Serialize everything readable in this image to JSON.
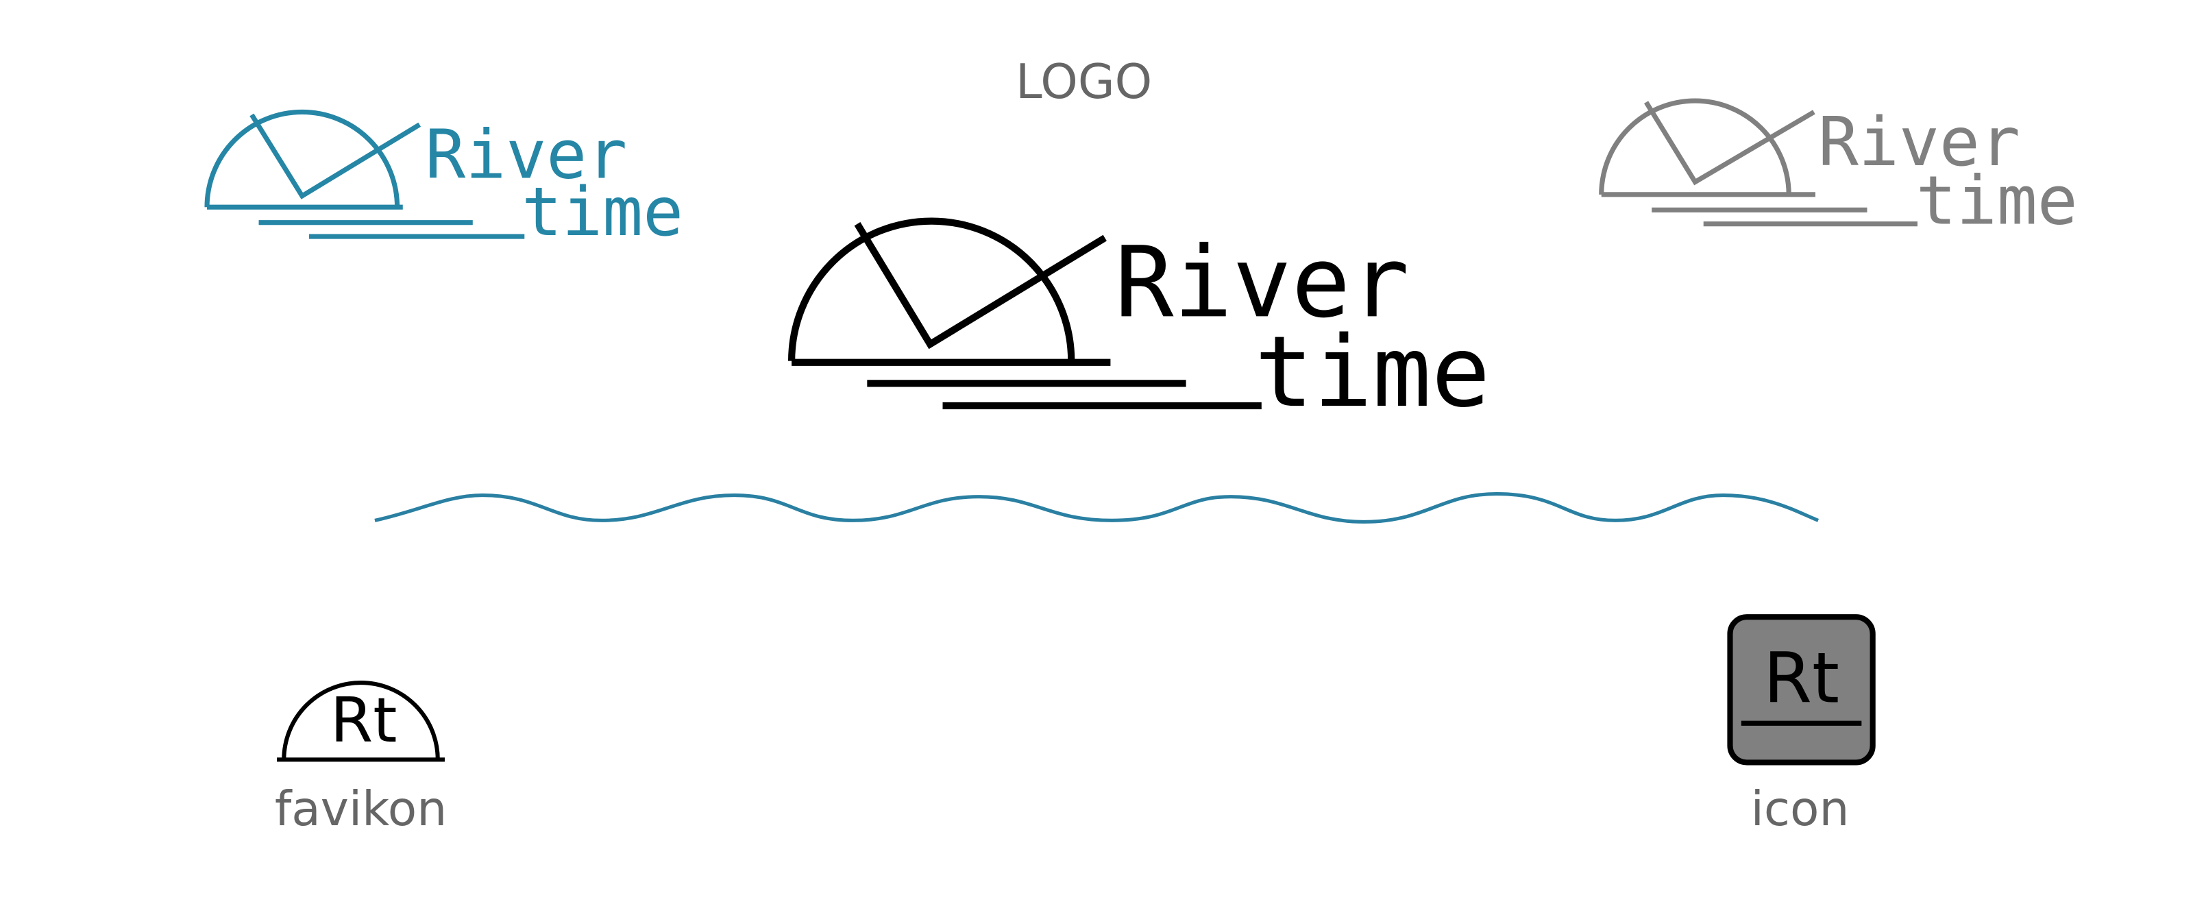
{
  "title": "LOGO",
  "logo": {
    "line1": "River",
    "line2": "time"
  },
  "favicon": {
    "letters": "Rt",
    "caption": "favikon"
  },
  "icon": {
    "letters": "Rt",
    "caption": "icon"
  },
  "colors": {
    "teal": "#2586a6",
    "gray": "#808080",
    "black": "#000000",
    "caption": "#666666",
    "wave": "#2a80a2"
  }
}
